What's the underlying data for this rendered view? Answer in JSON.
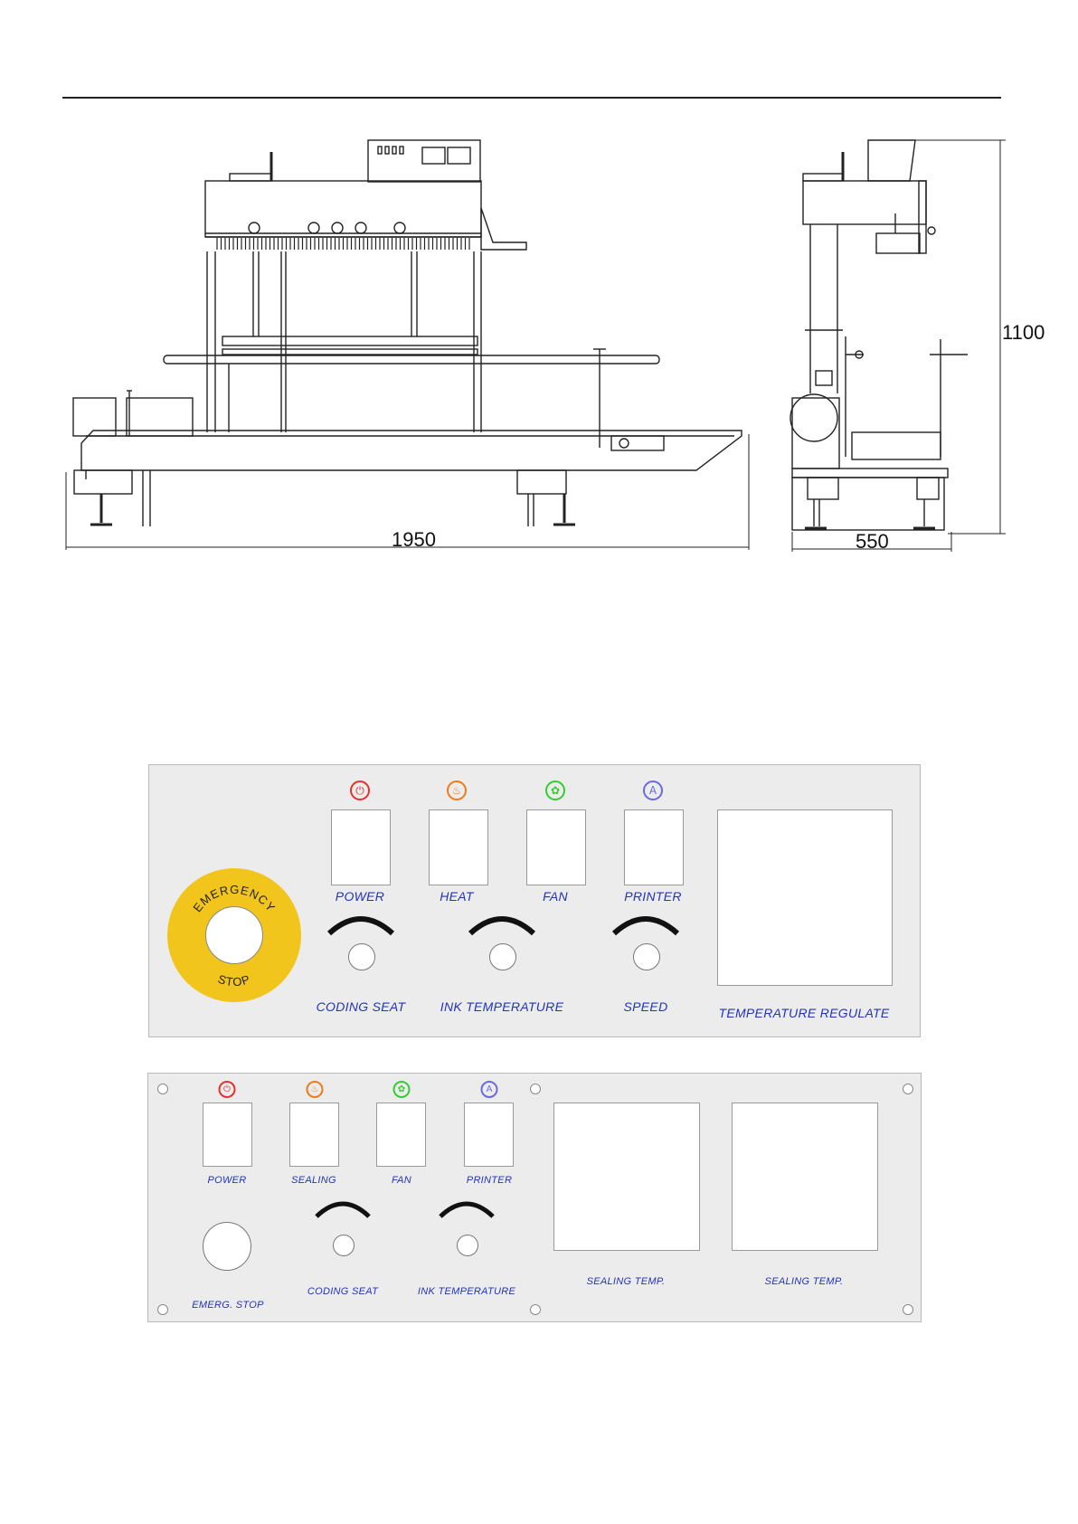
{
  "dimensions": {
    "length": "1950",
    "depth": "550",
    "height": "1100"
  },
  "panel1": {
    "emergency_top": "EMERGENCY",
    "emergency_bottom": "STOP",
    "labels": {
      "power": "POWER",
      "heat": "HEAT",
      "fan": "FAN",
      "printer": "PRINTER",
      "coding_seat": "CODING SEAT",
      "ink_temperature": "INK TEMPERATURE",
      "speed": "SPEED",
      "temperature_regulate": "TEMPERATURE REGULATE"
    }
  },
  "panel2": {
    "labels": {
      "power": "POWER",
      "sealing": "SEALING",
      "fan": "FAN",
      "printer": "PRINTER",
      "emerg_stop": "EMERG. STOP",
      "coding_seat": "CODING SEAT",
      "ink_temperature": "INK TEMPERATURE",
      "sealing_temp_1": "SEALING TEMP.",
      "sealing_temp_2": "SEALING TEMP."
    }
  },
  "icons": {
    "power": {
      "name": "power-icon",
      "color": "#e53030"
    },
    "heat": {
      "name": "heat-icon",
      "color": "#f07a1a"
    },
    "fan": {
      "name": "fan-icon",
      "color": "#33cc33"
    },
    "printer": {
      "name": "printer-icon",
      "color": "#6a6ae0"
    }
  }
}
